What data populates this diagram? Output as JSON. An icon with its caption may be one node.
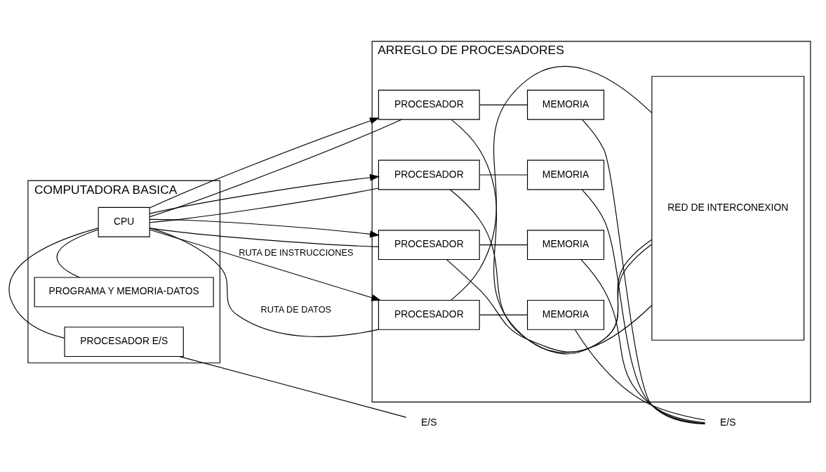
{
  "diagram": {
    "nodes": [
      {
        "text": [
          "COMPUTADORA BASICA"
        ]
      },
      {
        "text": [
          "PROGRAMA Y MEMORIA-DATOS"
        ],
        "in": 0
      },
      {
        "text": [
          "CPU"
        ],
        "in": 0
      },
      {
        "text": [
          "PROCESADOR E/S"
        ],
        "in": 0
      },
      {
        "text": [
          "ARREGLO DE PROCESADORES"
        ]
      },
      {
        "text": [
          "PROCESADOR"
        ],
        "in": 4
      },
      {
        "text": [
          "MEMORIA"
        ],
        "in": 4
      },
      {
        "text": [
          "PROCESADOR"
        ],
        "in": 4
      },
      {
        "text": [
          "MEMORIA"
        ],
        "in": 4
      },
      {
        "text": [
          "PROCESADOR"
        ],
        "in": 4
      },
      {
        "text": [
          "MEMORIA"
        ],
        "in": 4
      },
      {
        "text": [
          "PROCESADOR"
        ],
        "in": 4
      },
      {
        "text": [
          "MEMORIA"
        ],
        "in": 4
      },
      {
        "text": [
          "RED DE INTERCONEXION"
        ],
        "in": 4
      },
      {
        "text": [
          "E/S"
        ]
      },
      {
        "text": [
          "E/S"
        ]
      }
    ],
    "edges": [
      {
        "from": 1,
        "to": 2,
        "arrow": "none"
      },
      {
        "from": 2,
        "to": 3,
        "arrow": "none"
      },
      {
        "from": 2,
        "to": 5,
        "arrow": "none",
        "label": "RUTA DE DATOS"
      },
      {
        "from": 2,
        "to": 7,
        "arrow": "none"
      },
      {
        "from": 2,
        "to": 9,
        "arrow": "none"
      },
      {
        "from": 2,
        "to": 11,
        "arrow": "none"
      },
      {
        "from": 2,
        "to": 5,
        "arrow": "to",
        "label": "RUTA DE INSTRUCCIONES"
      },
      {
        "from": 2,
        "to": 7,
        "arrow": "to"
      },
      {
        "from": 2,
        "to": 9,
        "arrow": "to"
      },
      {
        "from": 2,
        "to": 11,
        "arrow": "to"
      },
      {
        "from": 5,
        "to": 6,
        "arrow": "none"
      },
      {
        "from": 7,
        "to": 8,
        "arrow": "none"
      },
      {
        "from": 9,
        "to": 10,
        "arrow": "none"
      },
      {
        "from": 11,
        "to": 12,
        "arrow": "none"
      },
      {
        "from": 5,
        "to": 13,
        "arrow": "none"
      },
      {
        "from": 7,
        "to": 13,
        "arrow": "none"
      },
      {
        "from": 9,
        "to": 13,
        "arrow": "none"
      },
      {
        "from": 11,
        "to": 13,
        "arrow": "none"
      },
      {
        "from": 3,
        "to": 14,
        "arrow": "none"
      },
      {
        "from": 6,
        "to": 15,
        "arrow": "none"
      },
      {
        "from": 8,
        "to": 15,
        "arrow": "none"
      },
      {
        "from": 10,
        "to": 15,
        "arrow": "none"
      },
      {
        "from": 12,
        "to": 15,
        "arrow": "none"
      }
    ]
  }
}
